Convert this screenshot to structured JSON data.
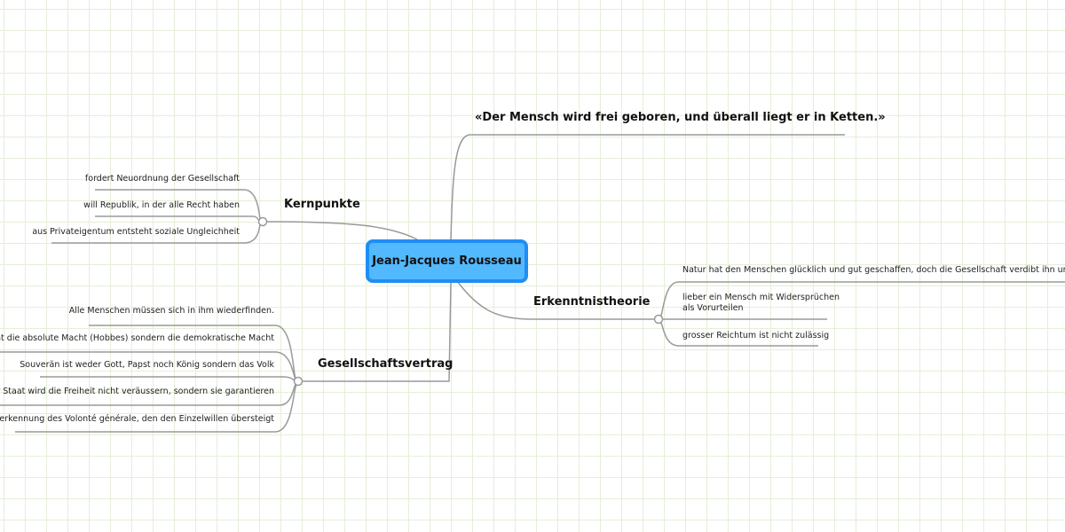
{
  "central": "Jean-Jacques Rousseau",
  "quote": {
    "label": "«Der Mensch wird frei geboren, und überall liegt er in Ketten.»"
  },
  "kernpunkte": {
    "label": "Kernpunkte",
    "items": [
      "fordert Neuordnung der Gesellschaft",
      "will Republik, in der alle Recht haben",
      "aus Privateigentum entsteht soziale Ungleichheit"
    ]
  },
  "gesellschaftsvertrag": {
    "label": "Gesellschaftsvertrag",
    "items": [
      "Alle Menschen müssen sich in ihm wiederfinden.",
      "iert nicht die absolute Macht (Hobbes) sondern die demokratische Macht",
      "Souverän ist weder Gott, Papst noch König sondern das Volk",
      "sozialer Staat wird die Freiheit nicht veräussern, sondern sie garantieren",
      "Anerkennung des Volonté générale, den den Einzelwillen übersteigt"
    ]
  },
  "erkenntnistheorie": {
    "label": "Erkenntnistheorie",
    "items": [
      "Natur hat den Menschen glücklich und gut geschaffen, doch die Gesellschaft verdibt ihn und macht ih",
      "lieber ein Mensch mit Widersprüchen",
      "als Vorurteilen",
      "grosser Reichtum ist nicht zulässig"
    ]
  }
}
